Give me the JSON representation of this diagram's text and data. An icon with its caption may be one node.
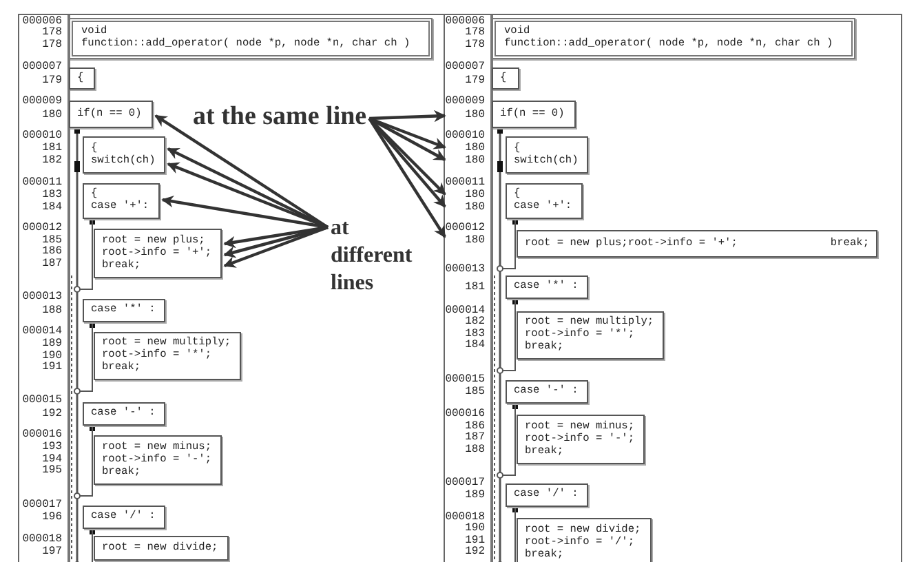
{
  "diagram": {
    "nodes": [
      {
        "text": [],
        "shape": "box"
      },
      {
        "text": [
          "void",
          "function::add_operator( node *p, node *n, char ch )"
        ],
        "in": 0
      },
      {
        "text": [
          "{"
        ],
        "in": 0
      },
      {
        "text": [
          "if(n == 0)"
        ],
        "in": 0
      },
      {
        "text": [
          "{",
          "switch(ch)"
        ],
        "in": 0
      },
      {
        "text": [
          "{",
          "case '+':"
        ],
        "in": 0
      },
      {
        "text": [
          "root = new plus;",
          "root->info = '+';",
          "break;"
        ],
        "in": 0
      },
      {
        "text": [
          "case '*' :"
        ],
        "in": 0
      },
      {
        "text": [
          "root = new multiply;",
          "root->info = '*';",
          "break;"
        ],
        "in": 0
      },
      {
        "text": [
          "case '-' :"
        ],
        "in": 0
      },
      {
        "text": [
          "root = new minus;",
          "root->info = '-';",
          "break;"
        ],
        "in": 0
      },
      {
        "text": [
          "case '/' :"
        ],
        "in": 0
      },
      {
        "text": [
          "root = new divide;"
        ],
        "in": 0
      },
      {
        "text": [
          "at the same line"
        ],
        "in": 0
      },
      {
        "text": [
          "at different lines"
        ],
        "in": 0
      },
      {
        "text": [],
        "shape": "box"
      },
      {
        "text": [
          "void",
          "function::add_operator( node *p, node *n, char ch )"
        ],
        "in": 15
      },
      {
        "text": [
          "{"
        ],
        "in": 15
      },
      {
        "text": [
          "if(n == 0)"
        ],
        "in": 15
      },
      {
        "text": [
          "{",
          "switch(ch)"
        ],
        "in": 15
      },
      {
        "text": [
          "{",
          "case '+':"
        ],
        "in": 15
      },
      {
        "text": [
          "root = new plus;root->info = '+';",
          "break;"
        ],
        "in": 15
      },
      {
        "text": [
          "case '*' :"
        ],
        "in": 15
      },
      {
        "text": [
          "root = new multiply;",
          "root->info = '*';",
          "break;"
        ],
        "in": 15
      },
      {
        "text": [
          "case '-' :"
        ],
        "in": 15
      },
      {
        "text": [
          "root = new minus;",
          "root->info = '-';",
          "break;"
        ],
        "in": 15
      },
      {
        "text": [
          "case '/' :"
        ],
        "in": 15
      },
      {
        "text": [
          "root = new divide;",
          "root->info = '/';",
          "break;"
        ],
        "in": 15
      }
    ],
    "edges": [
      {
        "from": 14,
        "to": 3,
        "arrow": "to"
      },
      {
        "from": 14,
        "to": 4,
        "arrow": "to"
      },
      {
        "from": 14,
        "to": 4,
        "arrow": "to"
      },
      {
        "from": 14,
        "to": 5,
        "arrow": "to"
      },
      {
        "from": 14,
        "to": 6,
        "arrow": "to"
      },
      {
        "from": 14,
        "to": 6,
        "arrow": "to"
      },
      {
        "from": 14,
        "to": 6,
        "arrow": "to"
      },
      {
        "from": 13,
        "to": 15,
        "arrow": "to"
      },
      {
        "from": 13,
        "to": 15,
        "arrow": "to"
      },
      {
        "from": 13,
        "to": 15,
        "arrow": "to"
      },
      {
        "from": 13,
        "to": 15,
        "arrow": "to"
      },
      {
        "from": 13,
        "to": 15,
        "arrow": "to"
      },
      {
        "from": 13,
        "to": 15,
        "arrow": "to"
      }
    ],
    "labels": [
      "000006",
      "178",
      "178",
      "000007",
      "179",
      "000009",
      "180",
      "000010",
      "181",
      "182",
      "000011",
      "183",
      "184",
      "000012",
      "185",
      "186",
      "187",
      "000013",
      "188",
      "000014",
      "189",
      "190",
      "191",
      "000015",
      "192",
      "000016",
      "193",
      "194",
      "195",
      "000017",
      "196",
      "000018",
      "197",
      "000006",
      "178",
      "178",
      "000007",
      "179",
      "000009",
      "180",
      "000010",
      "180",
      "180",
      "000011",
      "180",
      "180",
      "000012",
      "180",
      "000013",
      "181",
      "000014",
      "182",
      "183",
      "184",
      "000015",
      "185",
      "000016",
      "186",
      "187",
      "188",
      "000017",
      "189",
      "000018",
      "190",
      "191",
      "192"
    ]
  }
}
